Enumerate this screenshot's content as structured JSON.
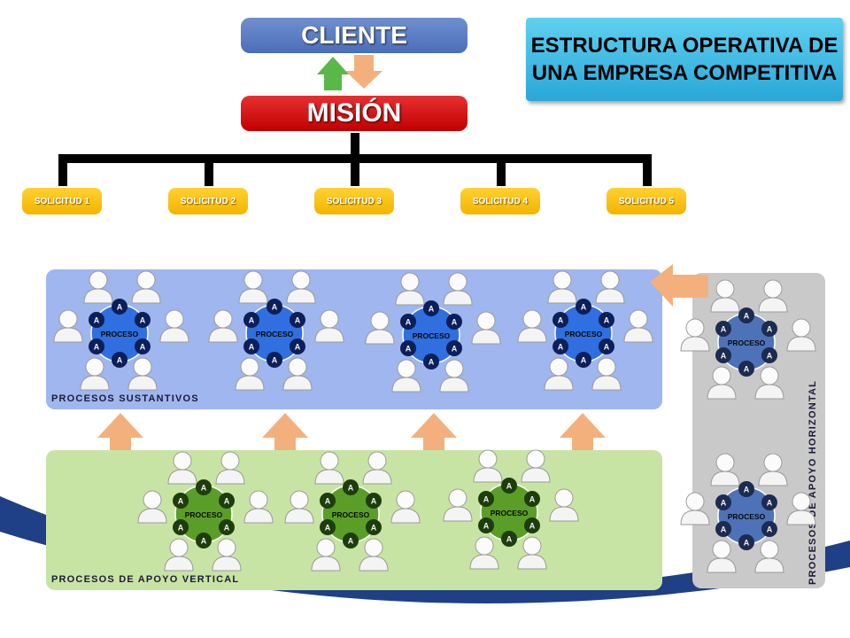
{
  "header": {
    "cliente_label": "CLIENTE",
    "mision_label": "MISIÓN",
    "title_line1": "ESTRUCTURA OPERATIVA DE",
    "title_line2": "UNA EMPRESA COMPETITIVA"
  },
  "solicitudes": [
    "SOLICITUD 1",
    "SOLICITUD 2",
    "SOLICITUD 3",
    "SOLICITUD 4",
    "SOLICITUD 5"
  ],
  "regions": {
    "sustantivos": "PROCESOS SUSTANTIVOS",
    "apoyo_vertical": "PROCESOS DE APOYO VERTICAL",
    "apoyo_horizontal": "PROCESOS DE APOYO HORIZONTAL"
  },
  "cluster": {
    "process_label": "PROCESO",
    "node_label": "A"
  },
  "colors": {
    "cliente": "#4a6eb8",
    "mision": "#c00000",
    "title_box": "#2aa7d8",
    "solicitud": "#f3b400",
    "sustantivos_bg": "#9fb6ee",
    "apoyo_vertical_bg": "#c8e4a4",
    "apoyo_horizontal_bg": "#c9c9c9",
    "blue_process": "#2f6fe0",
    "green_process": "#5a9e28",
    "gray_blue_process": "#4e72b8",
    "arrow_up_green": "#5ab848",
    "arrow_orange": "#f4b07c"
  }
}
